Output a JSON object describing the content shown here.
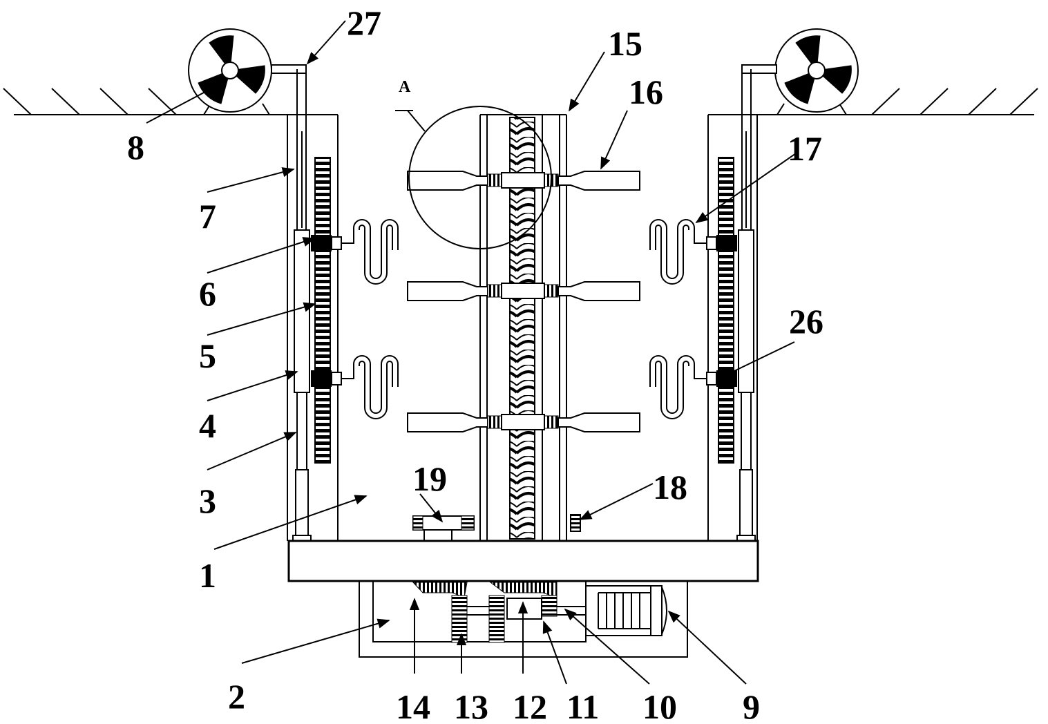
{
  "figure": {
    "detail_label": "A",
    "labels": {
      "l1": "1",
      "l2": "2",
      "l3": "3",
      "l4": "4",
      "l5": "5",
      "l6": "6",
      "l7": "7",
      "l8": "8",
      "l9": "9",
      "l10": "10",
      "l11": "11",
      "l12": "12",
      "l13": "13",
      "l14": "14",
      "l15": "15",
      "l16": "16",
      "l17": "17",
      "l18": "18",
      "l19": "19",
      "l26": "26",
      "l27": "27"
    }
  }
}
